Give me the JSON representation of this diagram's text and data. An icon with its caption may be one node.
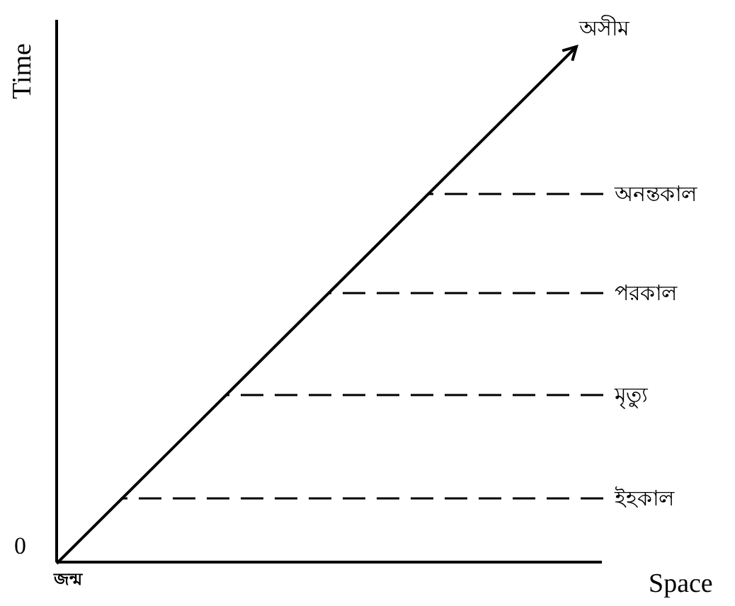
{
  "diagram": {
    "nodes": [
      {
        "text": [
          "অসীম"
        ]
      },
      {
        "text": [
          "অনন্তকাল"
        ]
      },
      {
        "text": [
          "পরকাল"
        ]
      },
      {
        "text": [
          "মৃত্যু"
        ]
      },
      {
        "text": [
          "ইহকাল"
        ]
      },
      {
        "text": [
          "0"
        ]
      },
      {
        "text": [
          "জন্ম"
        ]
      }
    ],
    "edges": [
      {
        "from": 6,
        "to": 0,
        "arrow": "to"
      },
      {
        "from": 1,
        "to": null,
        "arrow": "none",
        "style": "dashed"
      },
      {
        "from": 2,
        "to": null,
        "arrow": "none",
        "style": "dashed"
      },
      {
        "from": 3,
        "to": null,
        "arrow": "none",
        "style": "dashed"
      },
      {
        "from": 4,
        "to": null,
        "arrow": "none",
        "style": "dashed"
      }
    ],
    "labels": [
      "Time",
      "Space"
    ]
  }
}
